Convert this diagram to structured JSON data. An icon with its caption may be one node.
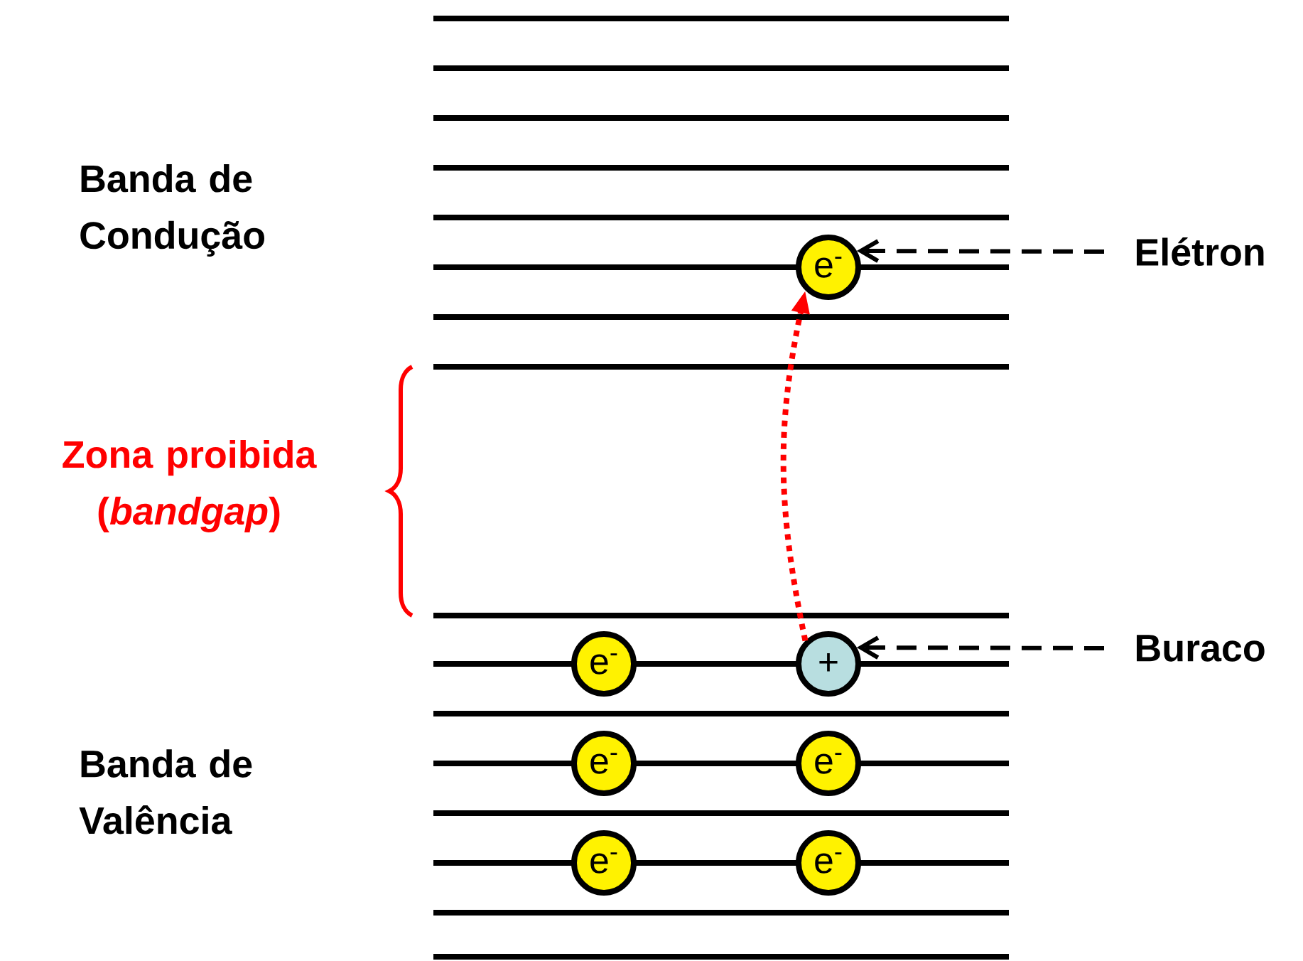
{
  "diagram": {
    "nodes": [
      {
        "text": [
          "Elétron"
        ]
      },
      {
        "text": [
          "e$^{-}$"
        ]
      },
      {
        "text": [
          "Buraco"
        ]
      },
      {
        "text": [
          "+"
        ]
      },
      {
        "text": [
          "e$^{-}$"
        ]
      },
      {
        "text": [
          "e$^{-}$"
        ]
      },
      {
        "text": [
          "e$^{-}$"
        ]
      },
      {
        "text": [
          "e$^{-}$"
        ]
      },
      {
        "text": [
          "e$^{-}$"
        ]
      }
    ],
    "edges": [
      {
        "from": 0,
        "to": 1,
        "arrow": "to",
        "style": "dashed"
      },
      {
        "from": 2,
        "to": 3,
        "arrow": "to",
        "style": "dashed"
      },
      {
        "from": 3,
        "to": 1,
        "arrow": "to",
        "style": "dashed",
        "color": "#ff0000"
      }
    ],
    "labels": [
      "Banda de Condução",
      "Zona proibida (*bandgap*)",
      "Banda de Valência"
    ]
  }
}
